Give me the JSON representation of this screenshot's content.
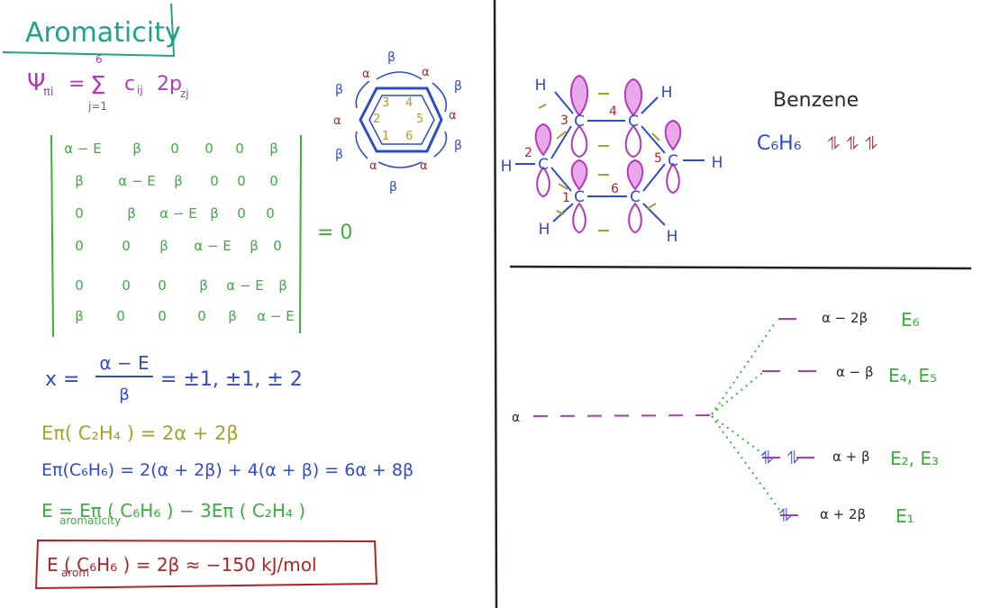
{
  "title": "Aromaticity",
  "wavefunction": {
    "psi": "Ψ",
    "sub": "πi",
    "eq": "=",
    "sum": "Σ",
    "upper": "6",
    "lower": "j=1",
    "term": "c",
    "term_sub": "ij",
    "orbital": "2p",
    "orbital_sub": "zj"
  },
  "hexagon": {
    "numbers": [
      "1",
      "2",
      "3",
      "4",
      "5",
      "6"
    ],
    "alpha": "α",
    "beta": "β"
  },
  "matrix": {
    "rows": [
      [
        "α − E",
        "β",
        "0",
        "0",
        "0",
        "β"
      ],
      [
        "β",
        "α − E",
        "β",
        "0",
        "0",
        "0"
      ],
      [
        "0",
        "β",
        "α − E",
        "β",
        "0",
        "0"
      ],
      [
        "0",
        "0",
        "β",
        "α − E",
        "β",
        "0"
      ],
      [
        "0",
        "0",
        "0",
        "β",
        "α − E",
        "β"
      ],
      [
        "β",
        "0",
        "0",
        "0",
        "β",
        "α − E"
      ]
    ],
    "equals": "= 0"
  },
  "x_eq": {
    "lhs": "x =",
    "num": "α − E",
    "den": "β",
    "rhs": "= ±1, ±1, ± 2"
  },
  "e_ethylene": "Eπ( C₂H₄ ) = 2α + 2β",
  "e_benzene": "Eπ(C₆H₆) = 2(α + 2β) + 4(α + β) = 6α + 8β",
  "e_arom_def": "E   = Eπ ( C₆H₆ ) − 3Eπ ( C₂H₄ )",
  "e_arom_def_sub": "aromaticity",
  "e_arom_result": "E     ( C₆H₆ ) = 2β ≈ −150 kJ/mol",
  "e_arom_result_sub": "arom",
  "benzene": {
    "name": "Benzene",
    "formula": "C₆H₆",
    "electrons": "⥮ ⥮ ⥮",
    "atoms": {
      "c": "C",
      "h": "H"
    },
    "numbers": [
      "1",
      "2",
      "3",
      "4",
      "5",
      "6"
    ]
  },
  "mo": {
    "alpha": "α",
    "levels": [
      {
        "label": "α − 2β",
        "name": "E₆",
        "electrons": ""
      },
      {
        "label": "α − β",
        "name": "E₄, E₅",
        "electrons": ""
      },
      {
        "label": "α + β",
        "name": "E₂, E₃",
        "electrons": "⥮ ⥮"
      },
      {
        "label": "α + 2β",
        "name": "E₁",
        "electrons": "⥮"
      }
    ]
  },
  "colors": {
    "teal": "#22a08a",
    "purple": "#b03ab8",
    "green": "#3cae3c",
    "olive": "#a8a028",
    "blue": "#2f4cc8",
    "red": "#b02424",
    "dark": "#2a2a2a"
  }
}
